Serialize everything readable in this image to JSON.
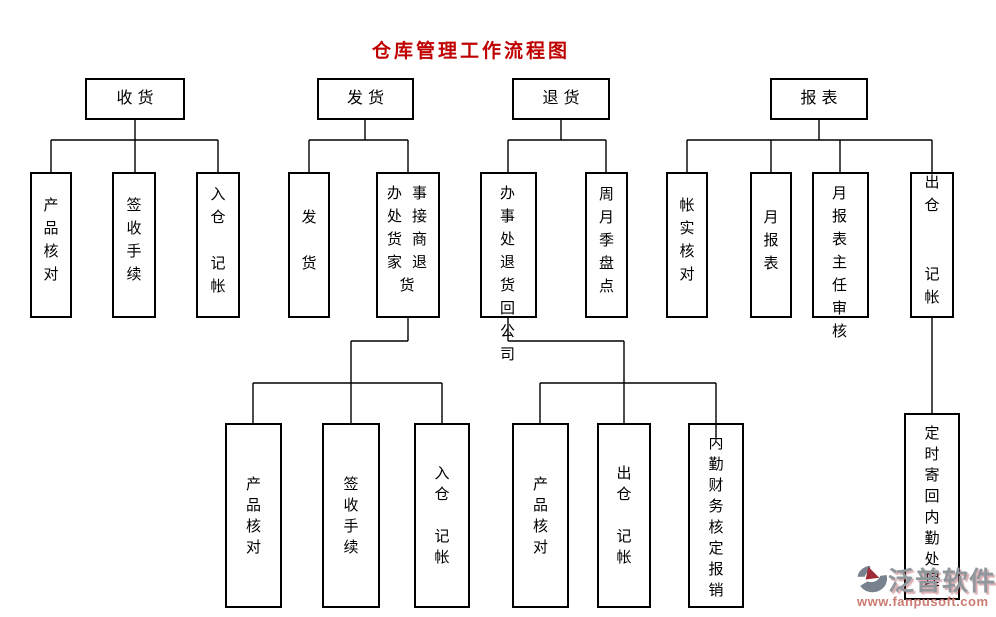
{
  "title": {
    "text": "仓库管理工作流程图",
    "color": "#c00000"
  },
  "line_color": "#000000",
  "flowchart": {
    "receiving": {
      "label": "收货",
      "children": {
        "product_check": "产\n品\n核\n对",
        "signoff_procedure": "签\n收\n手\n续",
        "warehouse_in_bookkeeping": "入\n仓\n\n记\n帐"
      }
    },
    "shipping": {
      "label": "发货",
      "children": {
        "ship_goods": "发\n\n货",
        "office_handles_merchant_returns": "办事\n处接\n货商\n家退\n货"
      },
      "grandchildren": {
        "product_check": "产\n品\n核\n对",
        "signoff_procedure": "签\n收\n手\n续",
        "warehouse_in_bookkeeping": "入\n仓\n\n记\n帐"
      }
    },
    "returns": {
      "label": "退货",
      "children": {
        "office_returns_to_company": "办事\n处退\n货回\n公司",
        "periodic_inventory": "周\n月\n季\n盘\n点"
      },
      "grandchildren": {
        "product_check": "产\n品\n核\n对",
        "warehouse_out_bookkeeping": "出\n仓\n\n记\n帐",
        "backoffice_finance_approval": "内\n勤\n财\n务\n核\n定\n报\n销"
      }
    },
    "reports": {
      "label": "报表",
      "children": {
        "account_reality_check": "帐\n实\n核\n对",
        "monthly_report": "月\n报\n表",
        "monthly_report_director_review": "月报\n表主\n任审\n核",
        "warehouse_out_bookkeeping": "出\n仓\n\n\n记\n帐"
      },
      "grandchildren": {
        "scheduled_mail_back": "定\n时\n寄\n回\n内\n勤\n处\n理"
      }
    }
  },
  "watermark": {
    "brand": "泛普软件",
    "url": "www.fanpusoft.com",
    "brand_color": "#8f969c",
    "url_color": "#ca7b72",
    "logo_red": "#9e2b35",
    "logo_gray": "#77828e"
  }
}
